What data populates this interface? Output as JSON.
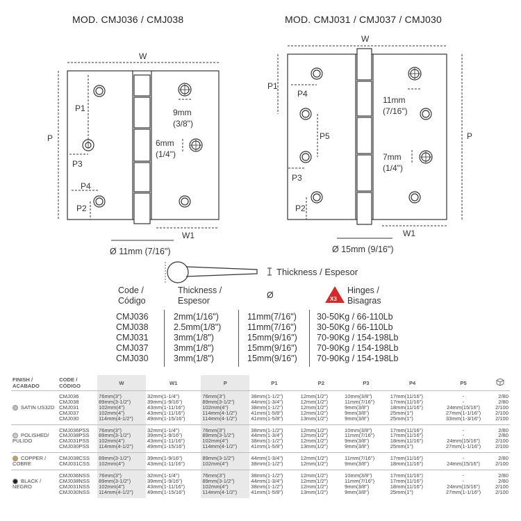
{
  "titles": {
    "left": "MOD. CMJ036 / CMJ038",
    "right": "MOD. CMJ031 / CMJ037 / CMJ030"
  },
  "left_diagram": {
    "w": "W",
    "p": "P",
    "p1": "P1",
    "p2": "P2",
    "p3": "P3",
    "p4": "P4",
    "w1": "W1",
    "hole1_mm": "9mm",
    "hole1_in": "(3/8\")",
    "hole2_mm": "6mm",
    "hole2_in": "(1/4\")",
    "diameter": "Ø 11mm (7/16\")"
  },
  "right_diagram": {
    "w": "W",
    "p": "P",
    "p1": "P1",
    "p2": "P2",
    "p3": "P3",
    "p4": "P4",
    "p5": "P5",
    "w1": "W1",
    "hole1_mm": "11mm",
    "hole1_in": "(7/16\")",
    "hole2_mm": "7mm",
    "hole2_in": "(1/4\")",
    "diameter": "Ø 15mm (9/16\")"
  },
  "pin_diagram": {
    "diam_symbol": "Ø",
    "thickness_label": "Thickness / Espesor"
  },
  "specs": {
    "headers": {
      "code": [
        "Code /",
        "Código"
      ],
      "thickness": [
        "Thickness /",
        "Espesor"
      ],
      "diameter": "Ø",
      "badge": "X3",
      "hinges": [
        "Hinges /",
        "Bisagras"
      ]
    },
    "codes": [
      "CMJ036",
      "CMJ038",
      "CMJ031",
      "CMJ037",
      "CMJ030"
    ],
    "thickness": [
      "2mm(1/16\")",
      "2.5mm(1/8\")",
      "3mm(1/8\")",
      "3mm(1/8\")",
      "3mm(1/8\")"
    ],
    "diameter": [
      "11mm(7/16\")",
      "11mm(7/16\")",
      "15mm(9/16\")",
      "15mm(9/16\")",
      "15mm(9/16\")"
    ],
    "load": [
      "30-50Kg / 66-110Lb",
      "30-50Kg / 66-110Lb",
      "70-90Kg / 154-198Lb",
      "70-90Kg / 154-198Lb",
      "70-90Kg / 154-198Lb"
    ]
  },
  "finish_table": {
    "headers": [
      "FINISH / ACABADO",
      "CODE / CÓDIGO",
      "W",
      "W1",
      "P",
      "P1",
      "P2",
      "P3",
      "P4",
      "P5",
      "package-icon"
    ],
    "groups": [
      {
        "finish": "SATIN US32D",
        "dot_color": "#bdbdbd",
        "code": [
          "CMJ036",
          "CMJ038",
          "CMJ031",
          "CMJ037",
          "CMJ030"
        ],
        "w": [
          "76mm(3\")",
          "89mm(3-1/2\")",
          "102mm(4\")",
          "102mm(4\")",
          "114mm(4-1/2\")"
        ],
        "w1": [
          "32mm(1-1/4\")",
          "39mm(1-9/16\")",
          "43mm(1-11/16\")",
          "43mm(1-11/16\")",
          "49mm(1-15/16\")"
        ],
        "p": [
          "76mm(3\")",
          "89mm(3-1/2\")",
          "102mm(4\")",
          "114mm(4-1/2\")",
          "114mm(4-1/2\")"
        ],
        "p1": [
          "38mm(1-1/2\")",
          "44mm(1-3/4\")",
          "38mm(1-1/2\")",
          "41mm(1-5/8\")",
          "41mm(1-5/8\")"
        ],
        "p2": [
          "12mm(1/2\")",
          "12mm(1/2\")",
          "12mm(1/2\")",
          "12mm(1/2\")",
          "13mm(1/2\")"
        ],
        "p3": [
          "10mm(3/8\")",
          "11mm(7/16\")",
          "9mm(3/8\")",
          "9mm(3/8\")",
          "9mm(3/8\")"
        ],
        "p4": [
          "17mm(11/16\")",
          "17mm(11/16\")",
          "18mm(11/16\")",
          "25mm(1\")",
          "25mm(1\")"
        ],
        "p5": [
          "-",
          "-",
          "24mm(15/16\")",
          "27mm(1-1/16\")",
          "33mm(1-3/16\")"
        ],
        "pack": [
          "2/80",
          "2/80",
          "2/100",
          "2/100",
          "2/100"
        ]
      },
      {
        "finish": "POLISHED/ PULIDO",
        "dot_color": "#c8c8c8",
        "code": [
          "CMJ036PSS",
          "CMJ038PSS",
          "CMJ031PSS",
          "CMJ030PSS"
        ],
        "w": [
          "76mm(3\")",
          "89mm(3-1/2\")",
          "102mm(4\")",
          "114mm(4-1/2\")"
        ],
        "w1": [
          "32mm(1-1/4\")",
          "39mm(1-9/16\")",
          "43mm(1-11/16\")",
          "49mm(1-15/16\")"
        ],
        "p": [
          "76mm(3\")",
          "89mm(3-1/2\")",
          "102mm(4\")",
          "114mm(4-1/2\")"
        ],
        "p1": [
          "38mm(1-1/2\")",
          "44mm(1-3/4\")",
          "38mm(1-1/2\")",
          "41mm(1-5/8\")"
        ],
        "p2": [
          "12mm(1/2\")",
          "12mm(1/2\")",
          "12mm(1/2\")",
          "13mm(1/2\")"
        ],
        "p3": [
          "10mm(3/8\")",
          "11mm(7/16\")",
          "9mm(3/8\")",
          "9mm(3/8\")"
        ],
        "p4": [
          "17mm(11/16\")",
          "17mm(11/16\")",
          "18mm(11/16\")",
          "25mm(1\")"
        ],
        "p5": [
          "-",
          "-",
          "24mm(15/16\")",
          "27mm(1-1/16\")"
        ],
        "pack": [
          "2/80",
          "2/80",
          "2/100",
          "2/100"
        ]
      },
      {
        "finish": "COPPER / COBRE",
        "dot_color": "#c8a15a",
        "code": [
          "CMJ038CSS",
          "CMJ031CSS"
        ],
        "w": [
          "89mm(3-1/2\")",
          "102mm(4\")"
        ],
        "w1": [
          "39mm(1-9/16\")",
          "43mm(1-11/16\")"
        ],
        "p": [
          "89mm(3-1/2\")",
          "102mm(4\")"
        ],
        "p1": [
          "44mm(1-3/4\")",
          "38mm(1-1/2\")"
        ],
        "p2": [
          "12mm(1/2\")",
          "12mm(1/2\")"
        ],
        "p3": [
          "11mm(7/16\")",
          "9mm(3/8\")"
        ],
        "p4": [
          "17mm(11/16\")",
          "18mm(11/16\")"
        ],
        "p5": [
          "-",
          "24mm(15/16\")"
        ],
        "pack": [
          "2/80",
          "2/100"
        ]
      },
      {
        "finish": "BLACK / NEGRO",
        "dot_color": "#222222",
        "code": [
          "CMJ036NSS",
          "CMJ038NSS",
          "CMJ031NSS",
          "CMJ030NSS"
        ],
        "w": [
          "76mm(3\")",
          "89mm(3-1/2\")",
          "102mm(4\")",
          "114mm(4-1/2\")"
        ],
        "w1": [
          "32mm(1-1/4\")",
          "39mm(1-9/16\")",
          "43mm(1-11/16\")",
          "49mm(1-15/16\")"
        ],
        "p": [
          "76mm(3\")",
          "89mm(3-1/2\")",
          "102mm(4\")",
          "114mm(4-1/2\")"
        ],
        "p1": [
          "38mm(1-1/2\")",
          "44mm(1-3/4\")",
          "38mm(1-1/2\")",
          "41mm(1-5/8\")"
        ],
        "p2": [
          "12mm(1/2\")",
          "12mm(1/2\")",
          "12mm(1/2\")",
          "13mm(1/2\")"
        ],
        "p3": [
          "10mm(3/8\")",
          "11mm(7/16\")",
          "9mm(3/8\")",
          "9mm(3/8\")"
        ],
        "p4": [
          "17mm(11/16\")",
          "17mm(11/16\")",
          "18mm(11/16\")",
          "25mm(1\")"
        ],
        "p5": [
          "-",
          "-",
          "24mm(15/16\")",
          "27mm(1-1/16\")"
        ],
        "pack": [
          "2/80",
          "2/80",
          "2/100",
          "2/100"
        ]
      }
    ]
  }
}
